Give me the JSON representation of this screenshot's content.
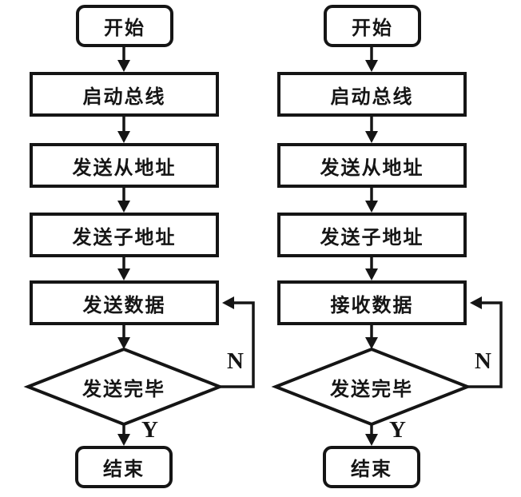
{
  "canvas": {
    "background": "#ffffff",
    "ink": "#151515"
  },
  "flowcharts": [
    {
      "id": "send-flow",
      "nodes": {
        "start": "开始",
        "step1": "启动总线",
        "step2": "发送从地址",
        "step3": "发送子地址",
        "step4": "发送数据",
        "decision": "发送完毕",
        "end": "结束"
      },
      "branches": {
        "no": "N",
        "yes": "Y"
      }
    },
    {
      "id": "receive-flow",
      "nodes": {
        "start": "开始",
        "step1": "启动总线",
        "step2": "发送从地址",
        "step3": "发送子地址",
        "step4": "接收数据",
        "decision": "发送完毕",
        "end": "结束"
      },
      "branches": {
        "no": "N",
        "yes": "Y"
      }
    }
  ]
}
